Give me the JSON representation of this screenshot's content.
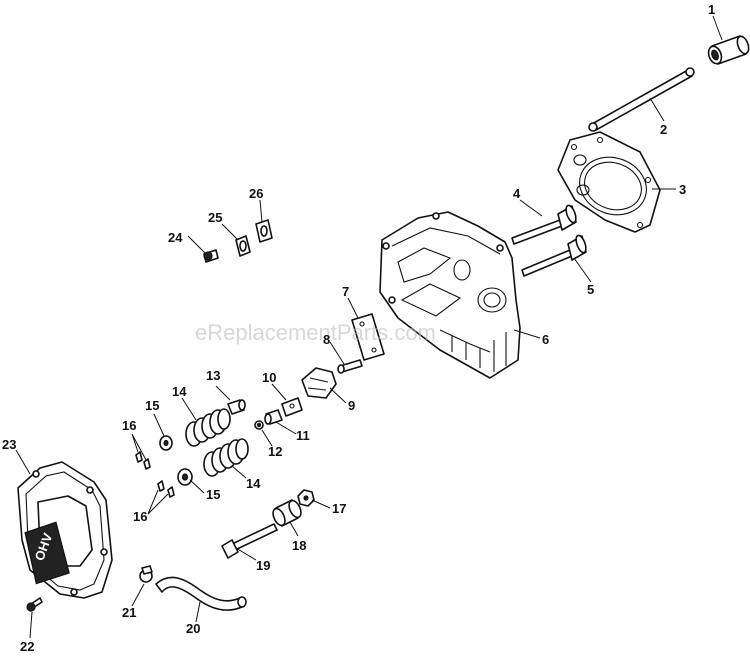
{
  "watermark": "eReplacementParts.com",
  "cover_logo": "OHV",
  "callouts": [
    {
      "id": "c1",
      "label": "1"
    },
    {
      "id": "c2",
      "label": "2"
    },
    {
      "id": "c3",
      "label": "3"
    },
    {
      "id": "c4",
      "label": "4"
    },
    {
      "id": "c5",
      "label": "5"
    },
    {
      "id": "c6",
      "label": "6"
    },
    {
      "id": "c7",
      "label": "7"
    },
    {
      "id": "c8",
      "label": "8"
    },
    {
      "id": "c9",
      "label": "9"
    },
    {
      "id": "c10",
      "label": "10"
    },
    {
      "id": "c11",
      "label": "11"
    },
    {
      "id": "c12",
      "label": "12"
    },
    {
      "id": "c13",
      "label": "13"
    },
    {
      "id": "c14a",
      "label": "14"
    },
    {
      "id": "c14b",
      "label": "14"
    },
    {
      "id": "c15a",
      "label": "15"
    },
    {
      "id": "c15b",
      "label": "15"
    },
    {
      "id": "c16a",
      "label": "16"
    },
    {
      "id": "c16b",
      "label": "16"
    },
    {
      "id": "c17",
      "label": "17"
    },
    {
      "id": "c18",
      "label": "18"
    },
    {
      "id": "c19",
      "label": "19"
    },
    {
      "id": "c20",
      "label": "20"
    },
    {
      "id": "c21",
      "label": "21"
    },
    {
      "id": "c22",
      "label": "22"
    },
    {
      "id": "c23",
      "label": "23"
    },
    {
      "id": "c24",
      "label": "24"
    },
    {
      "id": "c25",
      "label": "25"
    },
    {
      "id": "c26",
      "label": "26"
    }
  ]
}
